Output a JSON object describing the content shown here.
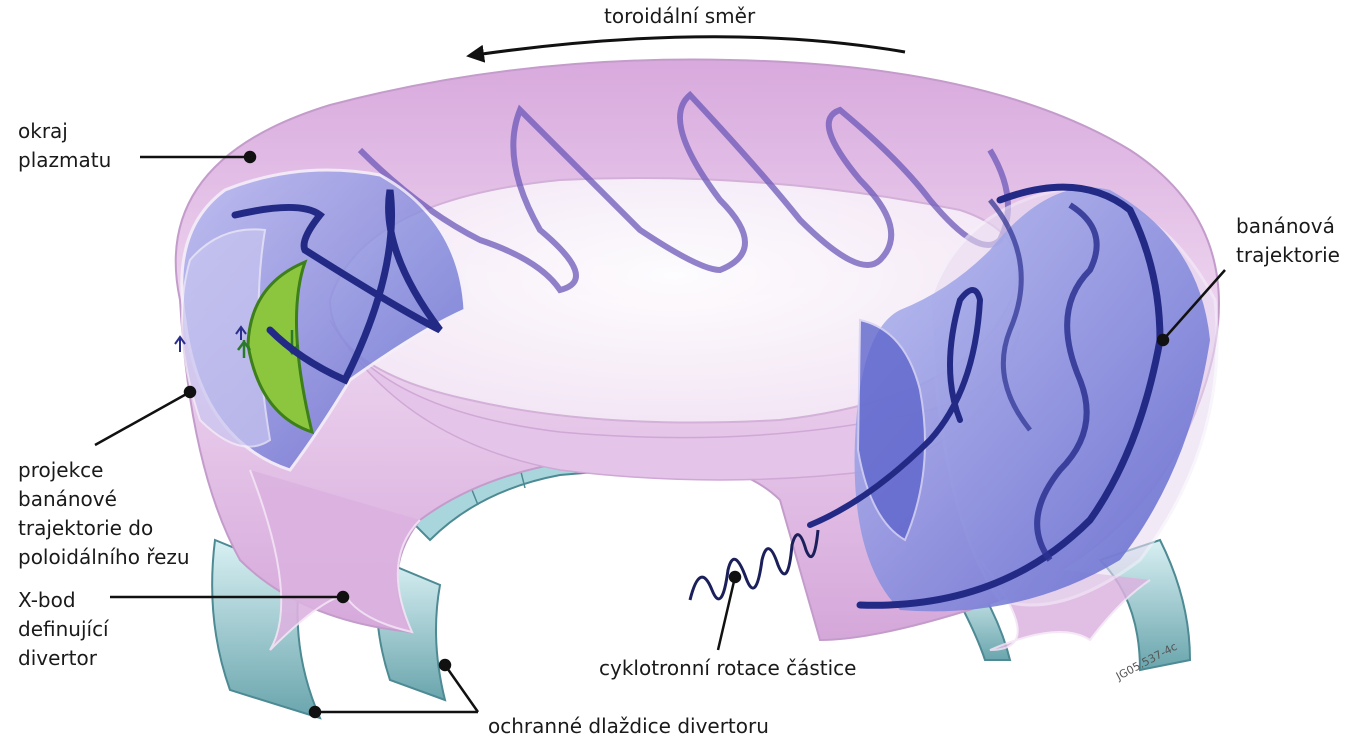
{
  "labels": {
    "toroidal_direction": "toroidální směr",
    "plasma_edge": [
      "okraj",
      "plazmatu"
    ],
    "banana_trajectory": [
      "banánová",
      "trajektorie"
    ],
    "banana_projection": [
      "projekce",
      "banánové",
      "trajektorie do",
      "poloidálního řezu"
    ],
    "x_point": [
      "X-bod",
      "definující",
      "divertor"
    ],
    "cyclotron_rotation": "cyklotronní rotace částice",
    "divertor_tiles": "ochranné dlaždice divertoru",
    "figure_code": "JG05.537-4c"
  },
  "colors": {
    "plasma_fill": "#e6c4e9",
    "plasma_dark": "#c99fd0",
    "cross_section": "#8a8fe0",
    "trajectory": "#2b2f8c",
    "banana_projection": "#8cc63f",
    "divertor_tile": "#bfe3e8",
    "divertor_tile_dark": "#5e9aa3",
    "leader_line": "#111111"
  }
}
